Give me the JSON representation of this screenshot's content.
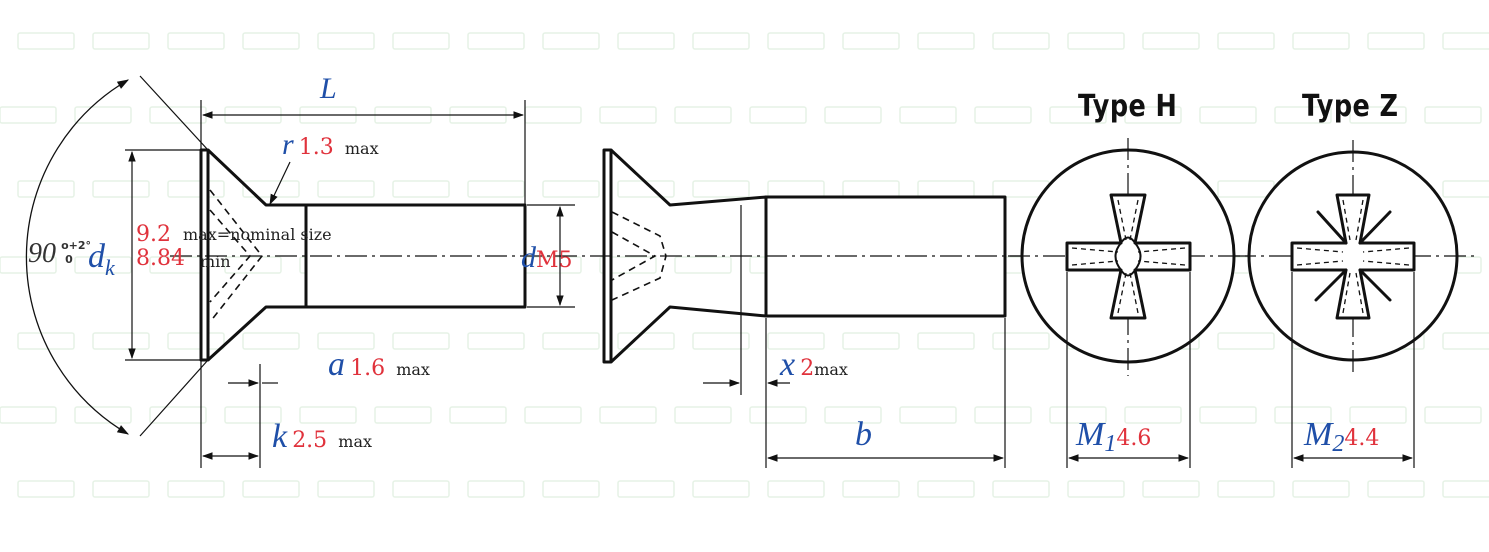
{
  "angle": {
    "value": "90",
    "sup_top": "o+2°",
    "sup_bottom": "0"
  },
  "dk": {
    "symbol": "d",
    "subscript": "k",
    "max_value": "9.2",
    "max_note": "max=nominal size",
    "min_value": "8.84",
    "min_note": "min"
  },
  "L": {
    "symbol": "L"
  },
  "r": {
    "symbol": "r",
    "value": "1.3",
    "unit": "max"
  },
  "d": {
    "symbol": "d",
    "value": "M5"
  },
  "a": {
    "symbol": "a",
    "value": "1.6",
    "unit": "max"
  },
  "k": {
    "symbol": "k",
    "value": "2.5",
    "unit": "max"
  },
  "x": {
    "symbol": "x",
    "value": "2",
    "unit": "max"
  },
  "b": {
    "symbol": "b"
  },
  "type_h": {
    "title": "Type H",
    "symbol": "M",
    "subscript": "1",
    "value": "4.6"
  },
  "type_z": {
    "title": "Type Z",
    "symbol": "M",
    "subscript": "2",
    "value": "4.4"
  },
  "colors": {
    "symbol": "#1f4fa8",
    "value": "#e0323c",
    "line": "#111111",
    "watermark": "#e6f2e6"
  }
}
